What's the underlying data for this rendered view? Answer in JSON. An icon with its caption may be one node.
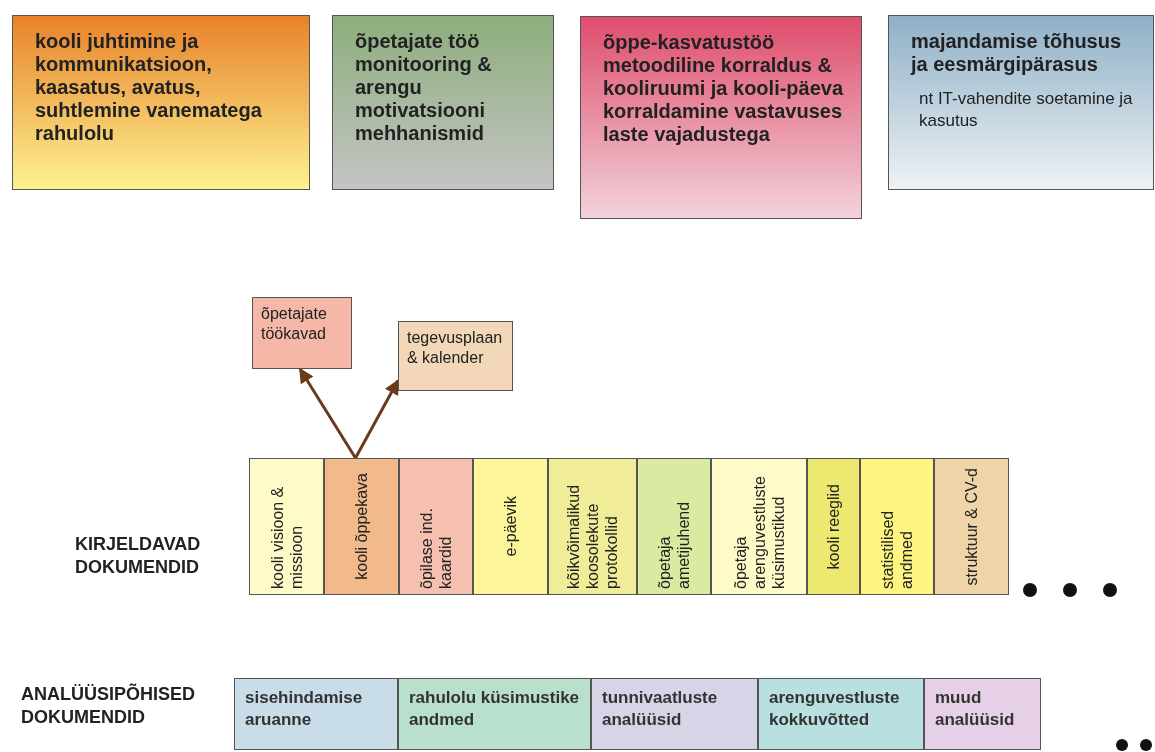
{
  "diagram": {
    "nodes": [
      {
        "text": [
          "kooli juhtimine ja kommunikatsioon, kaasatus, avatus, suhtlemine vanematega rahulolu"
        ]
      },
      {
        "text": [
          "õpetajate töö monitooring & arengu motivatsiooni mehhanismid"
        ]
      },
      {
        "text": [
          "õppe-kasvatustöö metoodiline korraldus & kooliruumi ja kooli-päeva korraldamine vastavuses laste vajadustega"
        ]
      },
      {
        "text": [
          "majandamise tõhusus ja eesmärgipärasus",
          "nt IT-vahendite soetamine ja kasutus"
        ]
      },
      {
        "text": [
          "õpetajate töökavad"
        ]
      },
      {
        "text": [
          "tegevusplaan & kalender"
        ]
      },
      {
        "text": [
          "kooli visioon & missioon"
        ]
      },
      {
        "text": [
          "kooli õppekava"
        ]
      },
      {
        "text": [
          "õpilase ind. kaardid"
        ]
      },
      {
        "text": [
          "e-päevik"
        ]
      },
      {
        "text": [
          "kõikvõimalikud koosolekute protokollid"
        ]
      },
      {
        "text": [
          "õpetaja ametijuhend"
        ]
      },
      {
        "text": [
          "õpetaja arenguvestluste küsimustikud"
        ]
      },
      {
        "text": [
          "kooli reeglid"
        ]
      },
      {
        "text": [
          "statistilised andmed"
        ]
      },
      {
        "text": [
          "struktuur & CV-d"
        ]
      },
      {
        "text": [
          "sisehindamise aruanne"
        ]
      },
      {
        "text": [
          "rahulolu küsimustike andmed"
        ]
      },
      {
        "text": [
          "tunnivaatluste analüüsid"
        ]
      },
      {
        "text": [
          "arenguvestluste kokkuvõtted"
        ]
      },
      {
        "text": [
          "muud analüüsid"
        ]
      }
    ],
    "edges": [
      {
        "from": 7,
        "to": 4,
        "arrow": "to"
      },
      {
        "from": 7,
        "to": 5,
        "arrow": "to"
      }
    ],
    "labels": [
      "KIRJELDAVAD DOKUMENDID",
      "ANALÜÜSIPÕHISED DOKUMENDID"
    ]
  }
}
